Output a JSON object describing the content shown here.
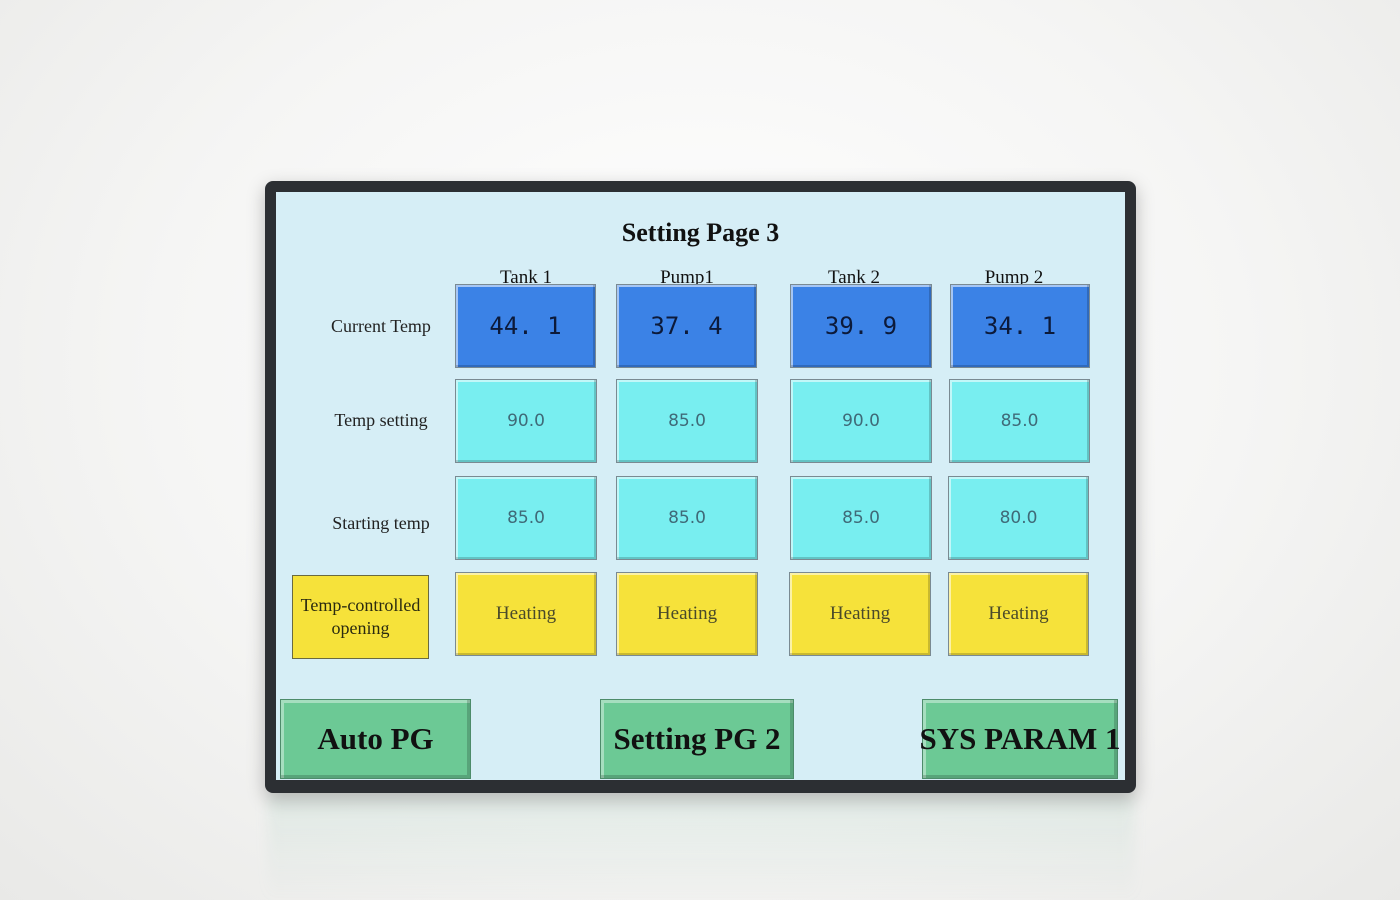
{
  "screen": {
    "title": "Setting Page 3",
    "columns": [
      "Tank 1",
      "Pump1",
      "Tank 2",
      "Pump 2"
    ],
    "row_labels": {
      "current_temp": "Current Temp",
      "temp_setting": "Temp setting",
      "starting_temp": "Starting temp"
    },
    "mode_label": "Temp-controlled opening",
    "current_temp": [
      "44. 1",
      "37. 4",
      "39. 9",
      "34. 1"
    ],
    "temp_setting": [
      "90.0",
      "85.0",
      "90.0",
      "85.0"
    ],
    "starting_temp": [
      "85.0",
      "85.0",
      "85.0",
      "80.0"
    ],
    "status": [
      "Heating",
      "Heating",
      "Heating",
      "Heating"
    ]
  },
  "nav": {
    "auto": "Auto PG",
    "setting2": "Setting PG 2",
    "sys1": "SYS PARAM 1"
  },
  "colors": {
    "screen_bg": "#d6eef6",
    "current_cell": "#3b82e6",
    "setting_cell": "#78eef0",
    "status_cell": "#f6e23a",
    "nav_button": "#6cc995",
    "bezel": "#2c2f33"
  }
}
